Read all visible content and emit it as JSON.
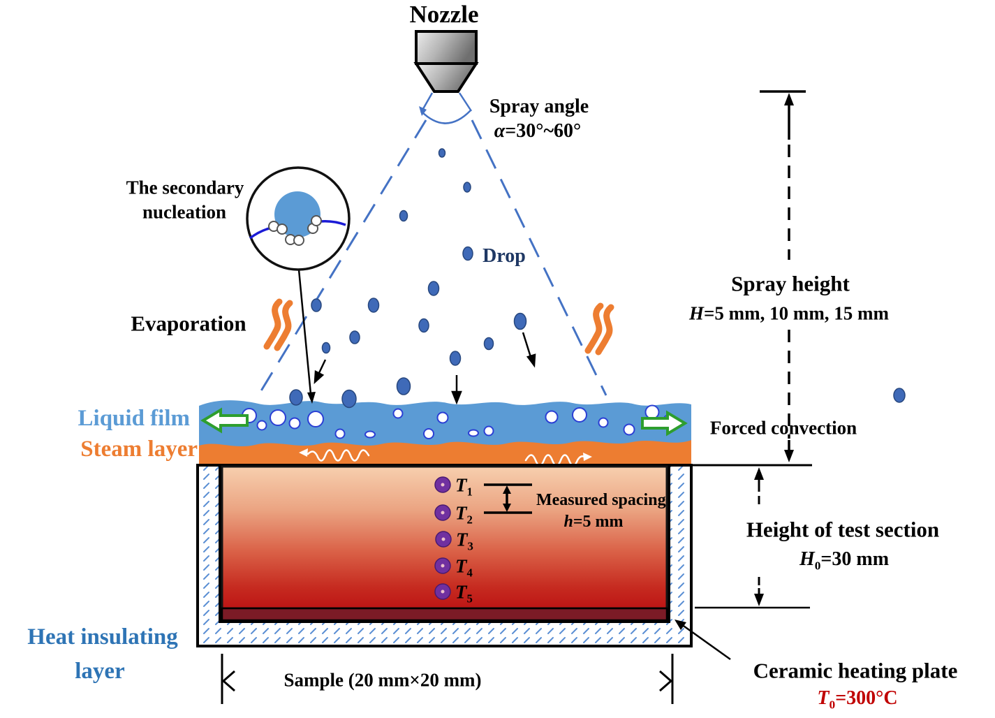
{
  "labels": {
    "nozzle": "Nozzle",
    "spray_angle": {
      "line1": "Spray angle",
      "italic": "α",
      "rest": "=30°~60°"
    },
    "secondary_nucleation": {
      "line1": "The secondary",
      "line2": "nucleation"
    },
    "evaporation": "Evaporation",
    "drop": "Drop",
    "liquid_film": "Liquid film",
    "steam_layer": "Steam layer",
    "forced_convection": "Forced convection",
    "spray_height": {
      "title": "Spray height",
      "italic": "H",
      "rest": "=5 mm, 10 mm, 15 mm"
    },
    "test_height": {
      "title": "Height of test section",
      "italic": "H",
      "sub": "0",
      "rest": "=30 mm"
    },
    "measured_spacing": {
      "line1": "Measured spacing",
      "italic": "h",
      "rest": "=5 mm"
    },
    "heat_insulating": {
      "line1": "Heat insulating",
      "line2": "layer"
    },
    "sample": "Sample (20 mm×20 mm)",
    "ceramic": {
      "title": "Ceramic heating plate",
      "italic": "T",
      "sub": "0",
      "rest": "=300°C"
    },
    "thermocouples": [
      {
        "main": "T",
        "sub": "1"
      },
      {
        "main": "T",
        "sub": "2"
      },
      {
        "main": "T",
        "sub": "3"
      },
      {
        "main": "T",
        "sub": "4"
      },
      {
        "main": "T",
        "sub": "5"
      }
    ]
  },
  "colors": {
    "cone_blue": "#4472C4",
    "drop_fill": "#3F6AB8",
    "liquid_film_blue": "#5B9BD5",
    "steam_orange": "#ED7D31",
    "green_arrow": "#2E9E2E",
    "thermocouple_purple": "#7030A0",
    "drop_label_navy": "#1F3864",
    "heat_insulating_label_blue": "#2E74B5",
    "temperature_red": "#C00000",
    "heating_plate_maroon": "#7B1B26",
    "test_block_top": "#F7CFAE",
    "test_block_bottom": "#BD1515",
    "bubble_outline_blue": "#2B3FD4"
  }
}
